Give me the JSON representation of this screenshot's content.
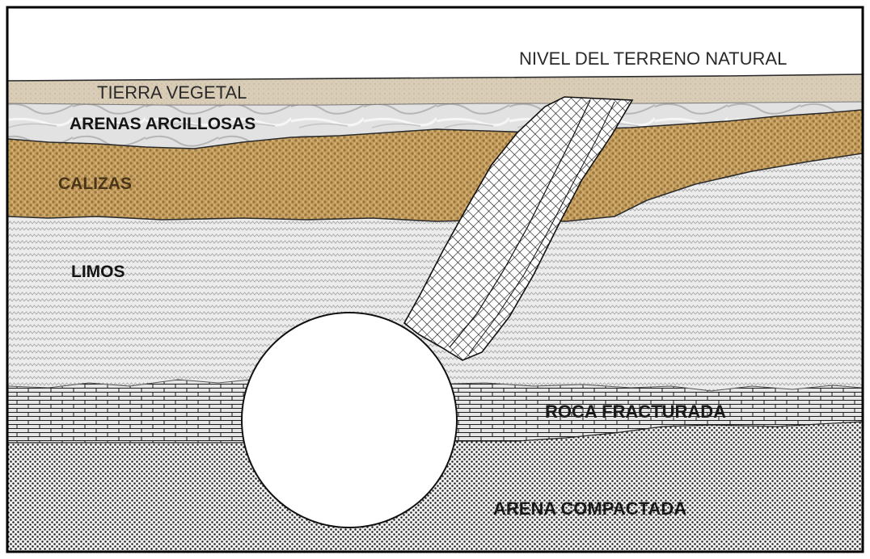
{
  "diagram": {
    "labels": {
      "ground_level": "NIVEL DEL TERRENO NATURAL",
      "topsoil": "TIERRA VEGETAL",
      "clayey_sands": "ARENAS ARCILLOSAS",
      "limestone": "CALIZAS",
      "silts": "LIMOS",
      "fractured_rock": "ROCA FRACTURADA",
      "compacted_sand": "ARENA COMPACTADA"
    },
    "colors": {
      "topsoil": "#d9cdb8",
      "clayey_sands": "#dcdcdc",
      "limestone": "#c09b5c",
      "silts": "#e4e4e4",
      "fractured_rock": "#d8d8d8",
      "compacted_sand": "#cfcfcf",
      "tunnel": "#ffffff",
      "outline": "#000000"
    }
  }
}
